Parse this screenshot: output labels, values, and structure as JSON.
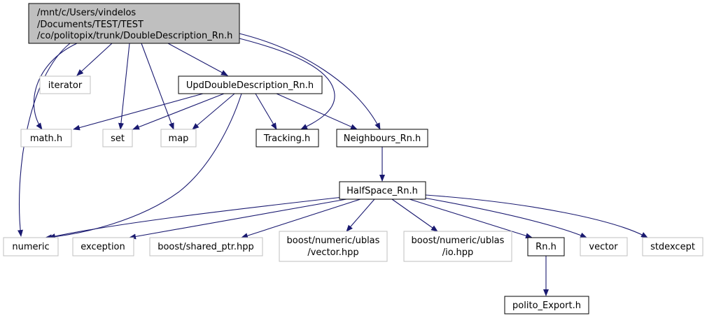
{
  "colors": {
    "edge": "#191970",
    "root_fill": "#bfbfbf",
    "root_stroke": "#000000",
    "local_stroke": "#000000",
    "external_stroke": "#bfbfbf",
    "external_text": "#000000"
  },
  "nodes": {
    "root": {
      "line1": "/mnt/c/Users/vindelos",
      "line2": "/Documents/TEST/TEST",
      "line3": "/co/politopix/trunk/DoubleDescription_Rn.h"
    },
    "iterator": "iterator",
    "upd": "UpdDoubleDescription_Rn.h",
    "math": "math.h",
    "set": "set",
    "map": "map",
    "tracking": "Tracking.h",
    "neighbours": "Neighbours_Rn.h",
    "halfspace": "HalfSpace_Rn.h",
    "numeric": "numeric",
    "exception": "exception",
    "shared_ptr": "boost/shared_ptr.hpp",
    "ublas_vector": {
      "line1": "boost/numeric/ublas",
      "line2": "/vector.hpp"
    },
    "ublas_io": {
      "line1": "boost/numeric/ublas",
      "line2": "/io.hpp"
    },
    "rn": "Rn.h",
    "vector": "vector",
    "stdexcept": "stdexcept",
    "polito_export": "polito_Export.h"
  }
}
